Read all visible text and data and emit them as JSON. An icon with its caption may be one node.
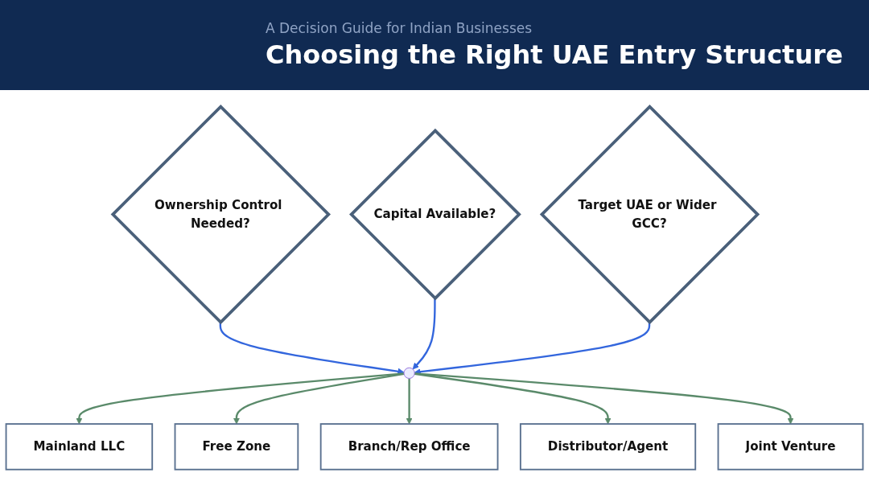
{
  "diagram": {
    "title": "Choosing the Right UAE Entry Structure",
    "nodes": [
      {
        "text": [
          "Ownership Control Needed?"
        ]
      },
      {
        "text": [
          "Capital Available?"
        ]
      },
      {
        "text": [
          "Target UAE or Wider GCC?"
        ]
      },
      {
        "text": [],
        "shape": "circle"
      },
      {
        "text": [
          "Mainland LLC"
        ]
      },
      {
        "text": [
          "Free Zone"
        ]
      },
      {
        "text": [
          "Branch/Rep Office"
        ]
      },
      {
        "text": [
          "Distributor/Agent"
        ]
      },
      {
        "text": [
          "Joint Venture"
        ]
      }
    ],
    "edges": [
      {
        "from": 0,
        "to": 3,
        "arrow": "to",
        "color": "#3366dd"
      },
      {
        "from": 1,
        "to": 3,
        "arrow": "to",
        "color": "#3366dd"
      },
      {
        "from": 2,
        "to": 3,
        "arrow": "to",
        "color": "#3366dd"
      },
      {
        "from": 3,
        "to": 4,
        "arrow": "to"
      },
      {
        "from": 3,
        "to": 5,
        "arrow": "to"
      },
      {
        "from": 3,
        "to": 6,
        "arrow": "to"
      },
      {
        "from": 3,
        "to": 7,
        "arrow": "to"
      },
      {
        "from": 3,
        "to": 8,
        "arrow": "to"
      }
    ],
    "labels": [
      "A Decision Guide for Indian Businesses"
    ]
  }
}
